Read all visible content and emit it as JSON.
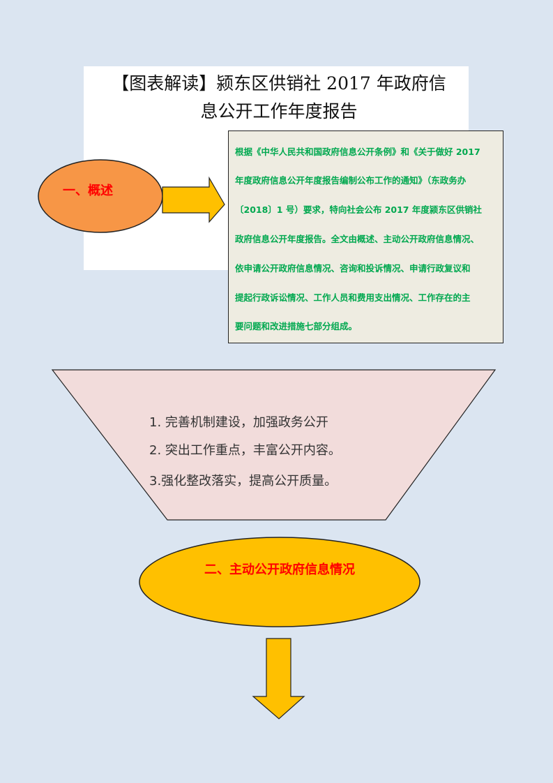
{
  "title": {
    "line1": "【图表解读】颍东区供销社 2017 年政府信",
    "line2": "息公开工作年度报告"
  },
  "section1": {
    "label": "一、概述"
  },
  "summary_lines": [
    "根据《中华人民共和国政府信息公开条例》和《关于做好 2017",
    "年度政府信息公开年度报告编制公布工作的通知》（东政务办",
    "〔2018〕1 号）要求，特向社会公布 2017 年度颍东区供销社",
    "政府信息公开年度报告。全文由概述、主动公开政府信息情况、",
    "依申请公开政府信息情况、咨询和投诉情况、申请行政复议和",
    "提起行政诉讼情况、工作人员和费用支出情况、工作存在的主",
    "要问题和改进措施七部分组成。"
  ],
  "measures": [
    "1. 完善机制建设，加强政务公开",
    "2.  突出工作重点，丰富公开内容。",
    "3.强化整改落实，提高公开质量。"
  ],
  "section2": {
    "label": "二、主动公开政府信息情况"
  },
  "colors": {
    "background": "#dbe5f1",
    "orange": "#f79646",
    "yellow": "#ffc000",
    "green": "#00a84f",
    "red": "#ff0000",
    "pink": "#f2dcdb"
  }
}
